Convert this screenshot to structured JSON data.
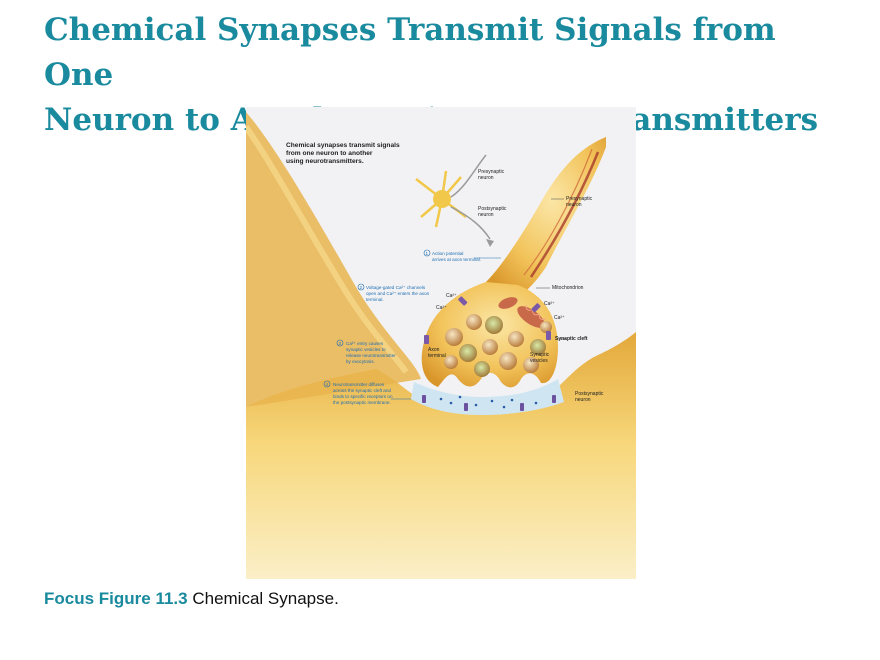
{
  "title": {
    "line1": "Chemical Synapses Transmit Signals from One",
    "line2": "Neuron to Another Using Neurotransmitters"
  },
  "figure": {
    "header_line1": "Chemical synapses transmit signals",
    "header_line2": "from one neuron to another",
    "header_line3": "using neurotransmitters.",
    "inset": {
      "presynaptic_l1": "Presynaptic",
      "presynaptic_l2": "neuron",
      "postsynaptic_l1": "Postsynaptic",
      "postsynaptic_l2": "neuron"
    },
    "labels": {
      "presynaptic_neuron_l1": "Presynaptic",
      "presynaptic_neuron_l2": "neuron",
      "mitochondrion": "Mitochondrion",
      "synaptic_cleft": "Synaptic cleft",
      "axon_terminal_l1": "Axon",
      "axon_terminal_l2": "terminal",
      "synaptic_vesicles_l1": "Synaptic",
      "synaptic_vesicles_l2": "vesicles",
      "postsynaptic_neuron_l1": "Postsynaptic",
      "postsynaptic_neuron_l2": "neuron",
      "ca_1": "Ca²⁺",
      "ca_2": "Ca²⁺",
      "ca_3": "Ca²⁺",
      "ca_4": "Ca²⁺"
    },
    "steps": [
      {
        "num": "1",
        "line1": "Action potential",
        "line2": "arrives at axon terminal."
      },
      {
        "num": "2",
        "line1": "Voltage-gated Ca²⁺ channels",
        "line2": "open and Ca²⁺ enters the axon",
        "line3": "terminal."
      },
      {
        "num": "3",
        "line1": "Ca²⁺ entry causes",
        "line2": "synaptic vesicles to",
        "line3": "release neurotransmitter",
        "line4": "by exocytosis."
      },
      {
        "num": "4",
        "line1": "Neurotransmitter diffuses",
        "line2": "across the synaptic cleft and",
        "line3": "binds to specific receptors on",
        "line4": "the postsynaptic membrane."
      }
    ]
  },
  "caption": {
    "label": "Focus Figure 11.3",
    "text": " Chemical Synapse."
  },
  "colors": {
    "title": "#1a8a9e",
    "neuron_light": "#f7d77a",
    "neuron_dark": "#d99a2a",
    "cleft": "#cfe6f2",
    "step_text": "#1f6fb2"
  }
}
